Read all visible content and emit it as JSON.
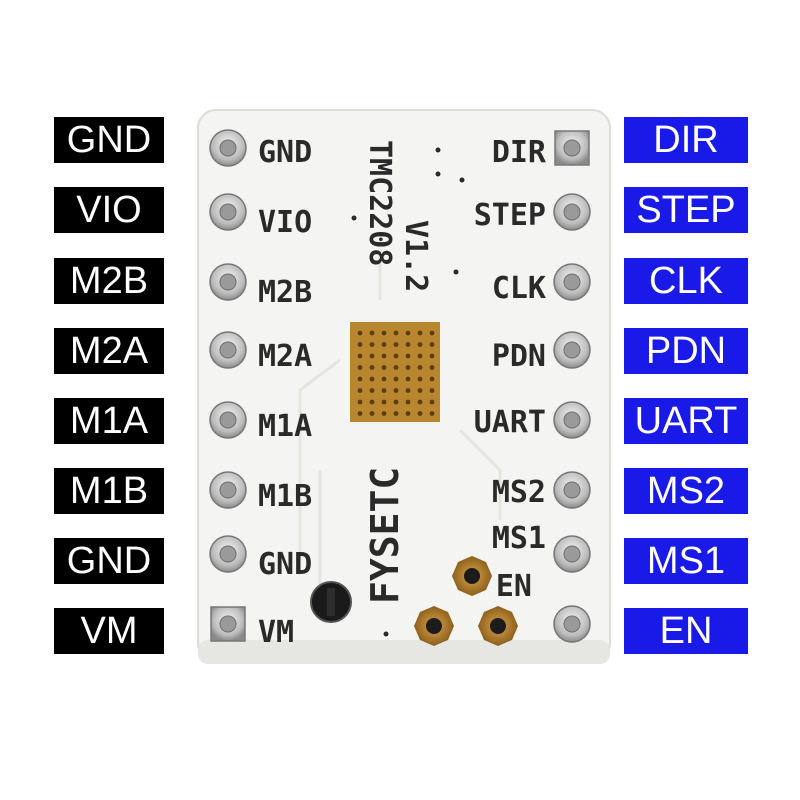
{
  "left_labels": [
    "GND",
    "VIO",
    "M2B",
    "M2A",
    "M1A",
    "M1B",
    "GND",
    "VM"
  ],
  "right_labels": [
    "DIR",
    "STEP",
    "CLK",
    "PDN",
    "UART",
    "MS2",
    "MS1",
    "EN"
  ],
  "board": {
    "left_pins": [
      "GND",
      "VIO",
      "M2B",
      "M2A",
      "M1A",
      "M1B",
      "GND",
      "VM"
    ],
    "right_pins": [
      "DIR",
      "STEP",
      "CLK",
      "PDN",
      "UART",
      "MS2",
      "MS1",
      "EN"
    ],
    "chip_name": "TMC2208",
    "version": "V1.2",
    "brand": "FYSETC"
  },
  "colors": {
    "left_label_bg": "#000000",
    "right_label_bg": "#1a1ae8",
    "board": "#f4f4f2",
    "heatsink_pad": "#b8862e"
  }
}
